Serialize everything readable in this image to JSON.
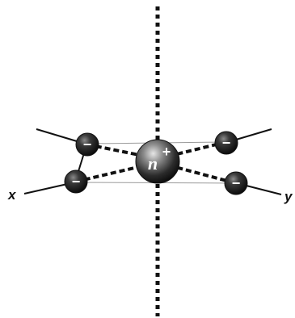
{
  "diagram": {
    "axis_labels": {
      "x": "x",
      "y": "y"
    },
    "central_ion": {
      "label": "n",
      "charge": "+"
    },
    "ligands": [
      {
        "position": "upper-left",
        "charge": "−"
      },
      {
        "position": "lower-left",
        "charge": "−"
      },
      {
        "position": "upper-right",
        "charge": "−"
      },
      {
        "position": "lower-right",
        "charge": "−"
      }
    ],
    "colors": {
      "sphere_dark": "#111111",
      "sphere_highlight": "#d0d0d0",
      "line": "#111111",
      "guide_line": "#9a9a9a"
    }
  }
}
